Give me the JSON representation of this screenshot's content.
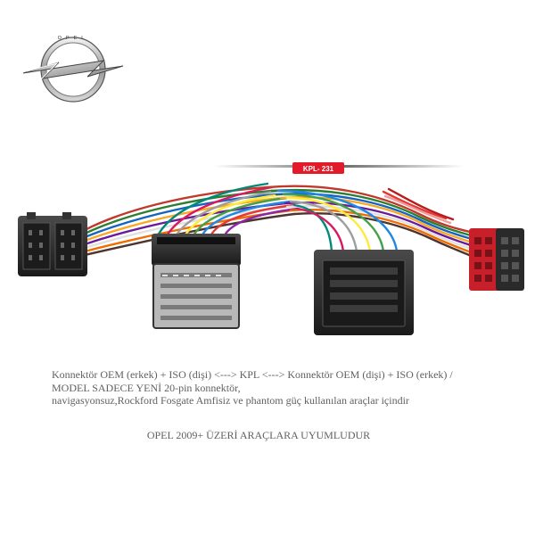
{
  "brand": {
    "logo_text": "OPEL",
    "name": "opel-logo"
  },
  "product": {
    "label": "KPL- 231",
    "label_color": "#e21b2a"
  },
  "description": {
    "line1": "Konnektör OEM (erkek) + ISO (dişi) <---> KPL <---> Konnektör OEM (dişi) + ISO (erkek) /",
    "line2": "MODEL SADECE YENİ 20-pin konnektör,",
    "line3": "navigasyonsuz,Rockford Fosgate Amfisiz ve phantom güç kullanılan araçlar içindir"
  },
  "compatibility": "OPEL 2009+ ÜZERİ ARAÇLARA UYUMLUDUR",
  "colors": {
    "text": "#606060",
    "iso_red": "#c8202a",
    "connector_black": "#2a2a2a"
  }
}
